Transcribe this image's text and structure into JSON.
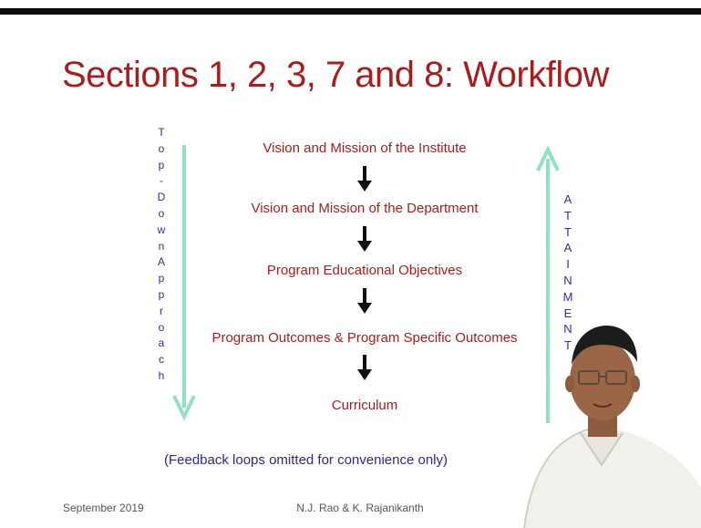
{
  "slide": {
    "title": "Sections 1, 2, 3, 7 and 8: Workflow",
    "left_label_letters": [
      "T",
      "o",
      "p",
      "-",
      "D",
      "o",
      "w",
      "n",
      "A",
      "p",
      "p",
      "r",
      "o",
      "a",
      "c",
      "h"
    ],
    "right_label_letters": [
      "A",
      "T",
      "T",
      "A",
      "I",
      "N",
      "M",
      "E",
      "N",
      "T"
    ],
    "workflow_steps": [
      "Vision and Mission of the Institute",
      "Vision and Mission of the Department",
      "Program Educational Objectives",
      "Program Outcomes & Program Specific Outcomes",
      "Curriculum"
    ],
    "note": "(Feedback loops omitted for convenience only)",
    "footer_date": "September 2019",
    "footer_authors": "N.J. Rao & K. Rajanikanth"
  },
  "colors": {
    "title": "#a81e1e",
    "steps": "#a81e1e",
    "vertical_labels": "#2f2f9a",
    "arrows": "#8fe3c2",
    "note": "#2a2a88",
    "top_bar": "#0d0d0d"
  },
  "icons": {
    "flow_arrow": "down-arrow-icon",
    "approach_arrow": "long-down-arrow-icon",
    "attainment_arrow": "long-up-arrow-icon"
  }
}
